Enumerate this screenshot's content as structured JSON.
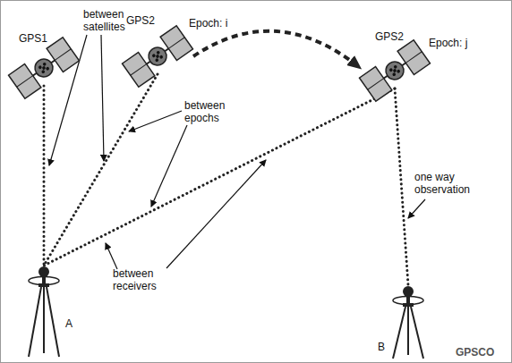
{
  "diagram": {
    "nodes": [
      {
        "text": [
          "GPS1"
        ]
      },
      {
        "text": [
          "GPS2",
          "Epoch: i"
        ]
      },
      {
        "text": [
          "GPS2",
          "Epoch: j"
        ]
      },
      {
        "text": [
          "A"
        ]
      },
      {
        "text": [
          "B"
        ]
      }
    ],
    "edges": [
      {
        "from": 0,
        "to": 3,
        "arrow": "none"
      },
      {
        "from": 1,
        "to": 3,
        "arrow": "none"
      },
      {
        "from": 1,
        "to": 2,
        "arrow": "to"
      },
      {
        "from": 2,
        "to": 3,
        "arrow": "none"
      },
      {
        "from": 2,
        "to": 4,
        "arrow": "none"
      }
    ],
    "labels": [
      "between satellites",
      "between epochs",
      "between receivers",
      "one way observation",
      "GPSCO"
    ]
  }
}
